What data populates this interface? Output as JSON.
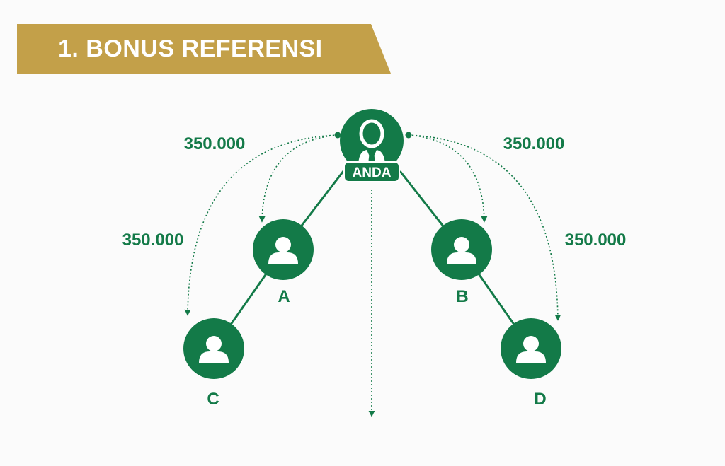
{
  "header": {
    "title": "1. BONUS REFERENSI"
  },
  "colors": {
    "brand_green": "#137a48",
    "gold": "#c3a049",
    "background": "#fbfbfb"
  },
  "nodes": {
    "you": {
      "label": "ANDA"
    },
    "a": {
      "label": "A"
    },
    "b": {
      "label": "B"
    },
    "c": {
      "label": "C"
    },
    "d": {
      "label": "D"
    }
  },
  "bonuses": {
    "to_a": "350.000",
    "to_b": "350.000",
    "to_c": "350.000",
    "to_d": "350.000"
  }
}
